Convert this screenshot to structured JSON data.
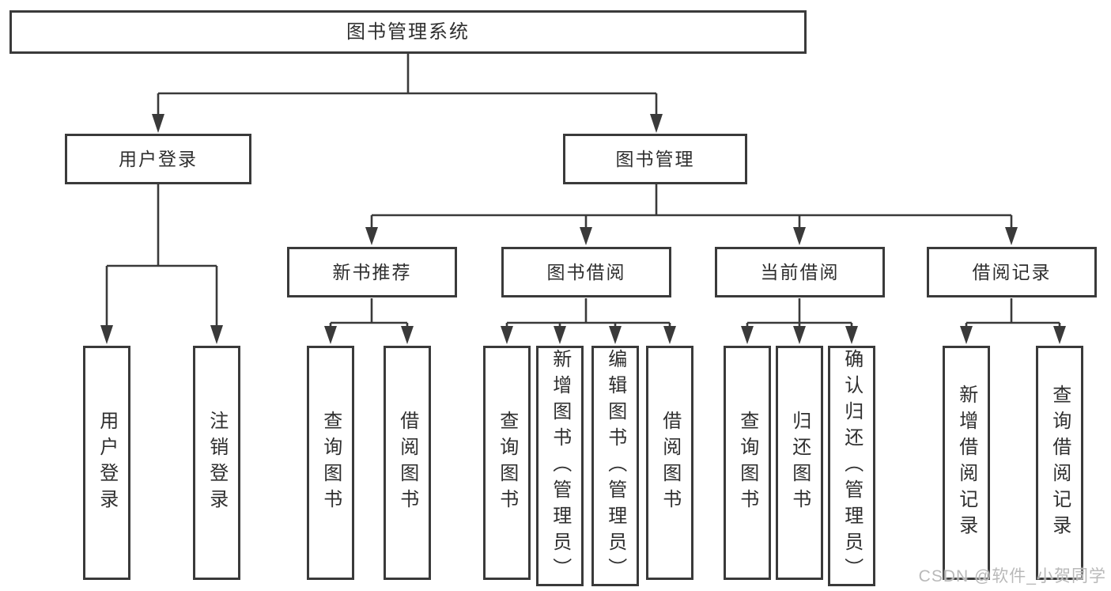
{
  "tree": {
    "label": "图书管理系统",
    "children": [
      {
        "label": "用户登录",
        "children": [
          {
            "label": "用户登录"
          },
          {
            "label": "注销登录"
          }
        ]
      },
      {
        "label": "图书管理",
        "children": [
          {
            "label": "新书推荐",
            "children": [
              {
                "label": "查询图书"
              },
              {
                "label": "借阅图书"
              }
            ]
          },
          {
            "label": "图书借阅",
            "children": [
              {
                "label": "查询图书"
              },
              {
                "label": "新增图书（管理员）"
              },
              {
                "label": "编辑图书（管理员）"
              },
              {
                "label": "借阅图书"
              }
            ]
          },
          {
            "label": "当前借阅",
            "children": [
              {
                "label": "查询图书"
              },
              {
                "label": "归还图书"
              },
              {
                "label": "确认归还（管理员）"
              }
            ]
          },
          {
            "label": "借阅记录",
            "children": [
              {
                "label": "新增借阅记录"
              },
              {
                "label": "查询借阅记录"
              }
            ]
          }
        ]
      }
    ]
  },
  "watermark": "CSDN @软件_小贺同学",
  "colors": {
    "line": "#3a3a3a",
    "text": "#2f2f2f",
    "background": "#ffffff",
    "watermark": "#b9b9b9"
  }
}
